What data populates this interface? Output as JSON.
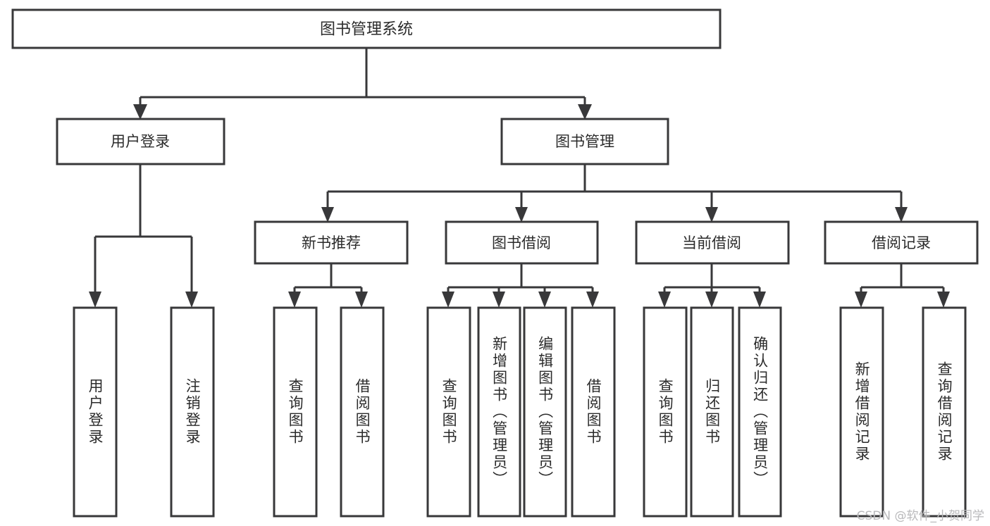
{
  "diagram": {
    "title": "图书管理系统",
    "type": "tree-hierarchy",
    "watermark": "CSDN @软件_小贺同学",
    "colors": {
      "stroke": "#38383a",
      "fill": "#ffffff",
      "text": "#2b2b2b",
      "watermark": "#b9b9bb",
      "background": "#ffffff"
    },
    "root": {
      "label": "图书管理系统"
    },
    "level2": [
      {
        "label": "用户登录"
      },
      {
        "label": "图书管理"
      }
    ],
    "level3": [
      {
        "label": "新书推荐"
      },
      {
        "label": "图书借阅"
      },
      {
        "label": "当前借阅"
      },
      {
        "label": "借阅记录"
      }
    ],
    "leaves": {
      "user_login": [
        {
          "label": "用户登录"
        },
        {
          "label": "注销登录"
        }
      ],
      "new_book_recommend": [
        {
          "label": "查询图书"
        },
        {
          "label": "借阅图书"
        }
      ],
      "book_borrow": [
        {
          "label": "查询图书"
        },
        {
          "label": "新增图书（管理员）"
        },
        {
          "label": "编辑图书（管理员）"
        },
        {
          "label": "借阅图书"
        }
      ],
      "current_borrow": [
        {
          "label": "查询图书"
        },
        {
          "label": "归还图书"
        },
        {
          "label": "确认归还（管理员）"
        }
      ],
      "borrow_record": [
        {
          "label": "新增借阅记录"
        },
        {
          "label": "查询借阅记录"
        }
      ]
    }
  }
}
